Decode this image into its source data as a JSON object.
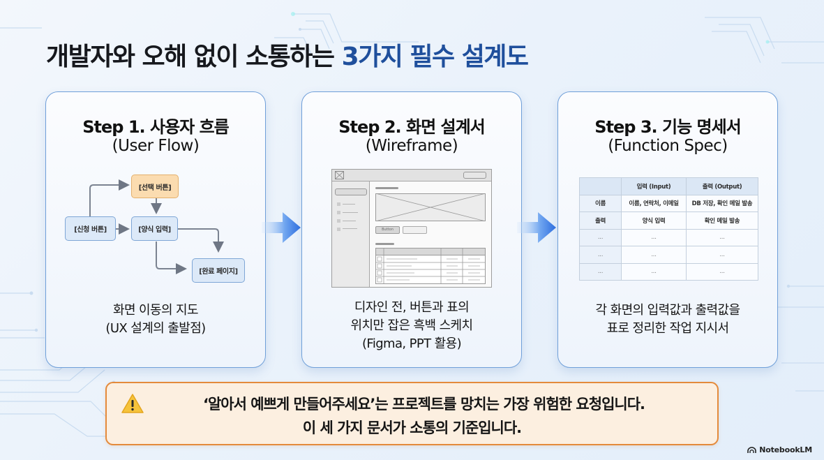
{
  "title": {
    "main": "개발자와 오해 없이 소통하는",
    "accent": "3가지 필수 설계도"
  },
  "colors": {
    "accent": "#1f4f9c",
    "card_border": "#6f9fd9",
    "banner_border": "#e48a3b",
    "banner_bg": "#fcefe0",
    "flow_node_highlight": "#fbdcb0",
    "arrow": "#2f6fe0"
  },
  "steps": [
    {
      "title": "Step 1. 사용자 흐름",
      "subtitle": "(User Flow)",
      "description": [
        "화면 이동의 지도",
        "(UX 설계의 출발점)"
      ],
      "diagram": {
        "nodes": [
          "[신청 버튼]",
          "[선택 버튼]",
          "[양식 입력]",
          "[완료 페이지]"
        ],
        "highlighted_node": "[선택 버튼]"
      }
    },
    {
      "title": "Step 2. 화면 설계서",
      "subtitle": "(Wireframe)",
      "description": [
        "디자인 전, 버튼과 표의",
        "위치만 잡은 흑백 스케치",
        "(Figma, PPT 활용)"
      ],
      "wireframe": {
        "button_label": "Button"
      }
    },
    {
      "title": "Step 3. 기능 명세서",
      "subtitle": "(Function Spec)",
      "description": [
        "각 화면의 입력값과 출력값을",
        "표로 정리한 작업 지시서"
      ],
      "table": {
        "headers": [
          "",
          "입력 (Input)",
          "출력 (Output)"
        ],
        "rows": [
          [
            "이름",
            "이름, 연락처, 이메일",
            "DB 저장, 확인 메일 발송"
          ],
          [
            "출력",
            "양식 입력",
            "확인 메일 발송"
          ],
          [
            "...",
            "...",
            "..."
          ],
          [
            "...",
            "...",
            "..."
          ],
          [
            "...",
            "...",
            "..."
          ]
        ]
      }
    }
  ],
  "banner": {
    "icon": "warning-icon",
    "line1": "‘알아서 예쁘게 만들어주세요’는 프로젝트를 망치는 가장 위험한 요청입니다.",
    "line2": "이 세 가지 문서가 소통의 기준입니다."
  },
  "brand": {
    "icon": "notebooklm-logo-icon",
    "label": "NotebookLM"
  }
}
